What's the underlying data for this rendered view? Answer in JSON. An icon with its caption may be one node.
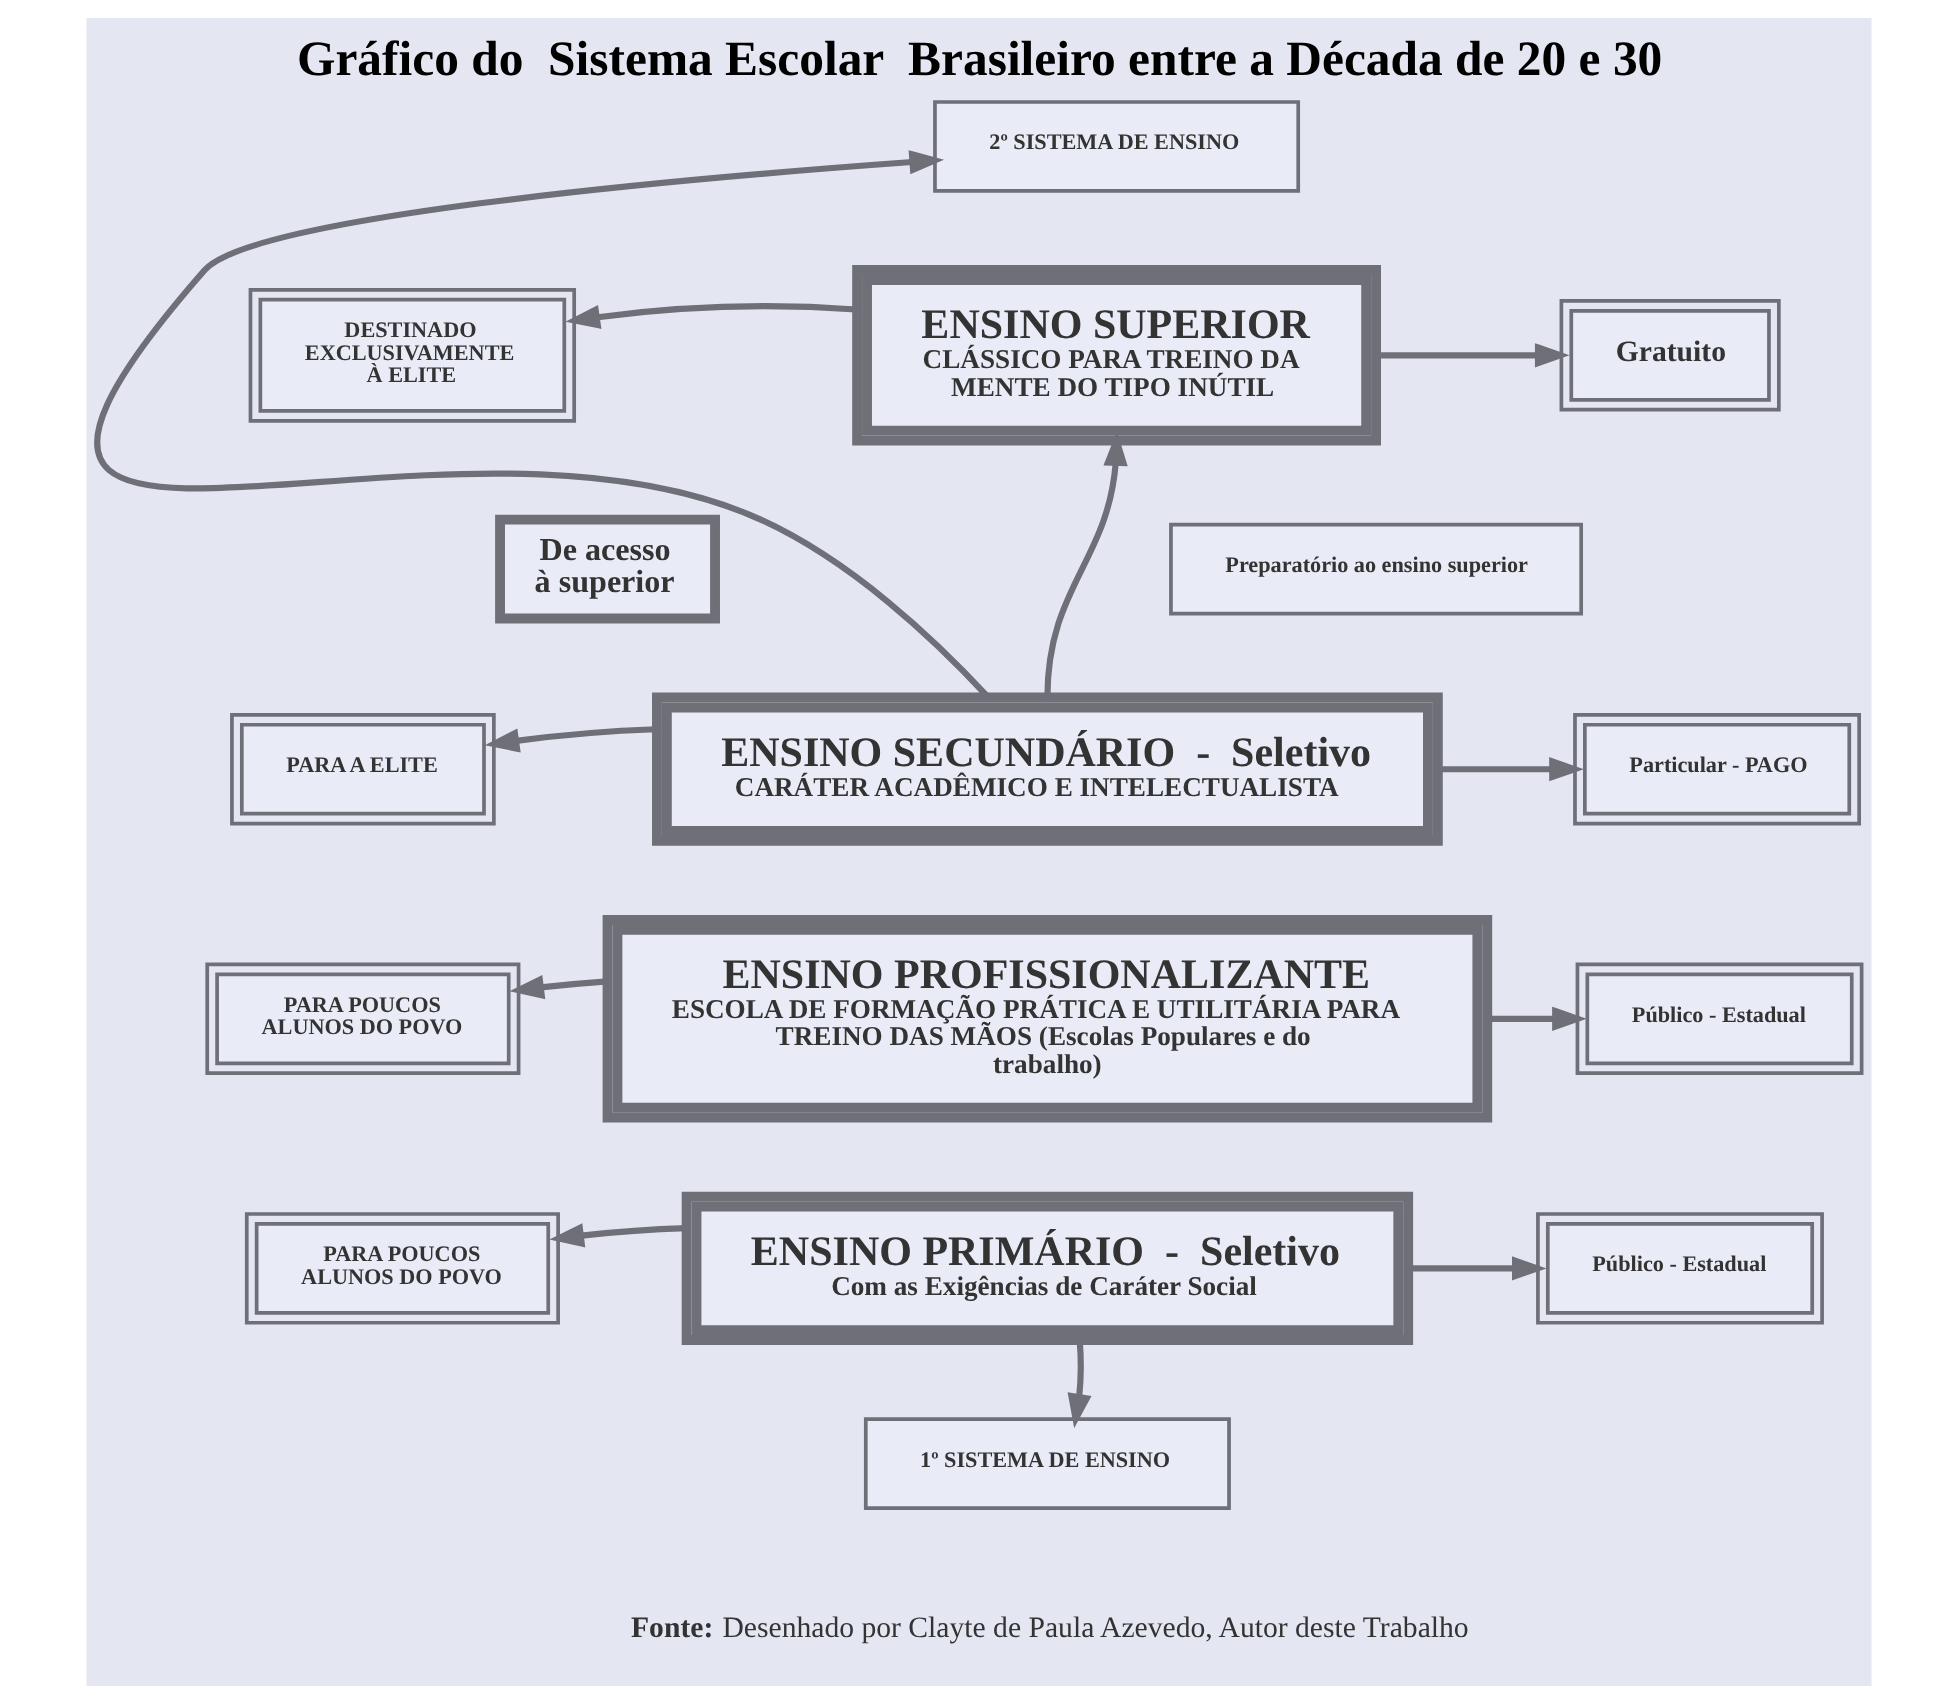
{
  "diagram": {
    "title": "Gráfico do  Sistema Escolar  Brasileiro entre a Década de 20 e 30",
    "caption": "**Fonte:** Desenhado por Clayte de Paula Azevedo, Autor deste Trabalho",
    "nodes": [
      {
        "text": [
          "2º SISTEMA DE ENSINO"
        ]
      },
      {
        "text": [
          "ENSINO SUPERIOR",
          "CLÁSSICO PARA TREINO DA MENTE DO TIPO INÚTIL"
        ]
      },
      {
        "text": [
          "DESTINADO EXCLUSIVAMENTE À ELITE"
        ]
      },
      {
        "text": [
          "Gratuito"
        ]
      },
      {
        "text": [
          "De acesso à superior"
        ]
      },
      {
        "text": [
          "Preparatório ao ensino superior"
        ]
      },
      {
        "text": [
          "ENSINO SECUNDÁRIO  -  Seletivo",
          "CARÁTER ACADÊMICO E INTELECTUALISTA"
        ]
      },
      {
        "text": [
          "PARA A ELITE"
        ]
      },
      {
        "text": [
          "Particular - PAGO"
        ]
      },
      {
        "text": [
          "ENSINO PROFISSIONALIZANTE",
          "ESCOLA DE FORMAÇÃO PRÁTICA E UTILITÁRIA PARA TREINO DAS MÃOS (Escolas Populares e do trabalho)"
        ]
      },
      {
        "text": [
          "PARA POUCOS ALUNOS DO POVO"
        ]
      },
      {
        "text": [
          "Público - Estadual"
        ]
      },
      {
        "text": [
          "ENSINO PRIMÁRIO  -  Seletivo",
          "Com as Exigências de Caráter Social"
        ]
      },
      {
        "text": [
          "PARA POUCOS ALUNOS DO POVO"
        ]
      },
      {
        "text": [
          "Público - Estadual"
        ]
      },
      {
        "text": [
          "1º SISTEMA DE ENSINO"
        ]
      }
    ],
    "edges": [
      {
        "from": 6,
        "to": 0,
        "arrow": "to"
      },
      {
        "from": 1,
        "to": 2,
        "arrow": "to"
      },
      {
        "from": 1,
        "to": 3,
        "arrow": "to"
      },
      {
        "from": 6,
        "to": 1,
        "arrow": "to"
      },
      {
        "from": 6,
        "to": 7,
        "arrow": "to"
      },
      {
        "from": 6,
        "to": 8,
        "arrow": "to"
      },
      {
        "from": 9,
        "to": 10,
        "arrow": "to"
      },
      {
        "from": 9,
        "to": 11,
        "arrow": "to"
      },
      {
        "from": 12,
        "to": 13,
        "arrow": "to"
      },
      {
        "from": 12,
        "to": 14,
        "arrow": "to"
      },
      {
        "from": 12,
        "to": 15,
        "arrow": "to"
      }
    ]
  }
}
